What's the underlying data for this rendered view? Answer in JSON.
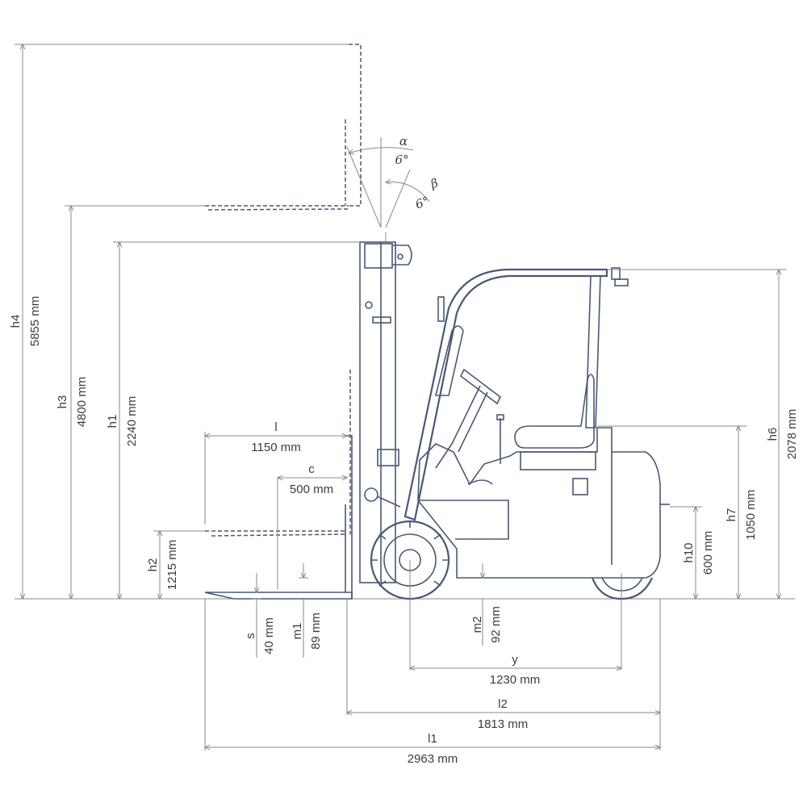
{
  "dimensions": {
    "h4": {
      "symbol": "h4",
      "value": "5855 mm"
    },
    "h3": {
      "symbol": "h3",
      "value": "4800 mm"
    },
    "h1": {
      "symbol": "h1",
      "value": "2240 mm"
    },
    "h2": {
      "symbol": "h2",
      "value": "1215 mm"
    },
    "l_load": {
      "symbol": "l",
      "value": "1150 mm"
    },
    "c": {
      "symbol": "c",
      "value": "500 mm"
    },
    "s": {
      "symbol": "s",
      "value": "40 mm"
    },
    "m1": {
      "symbol": "m1",
      "value": "89 mm"
    },
    "m2": {
      "symbol": "m2",
      "value": "92 mm"
    },
    "y": {
      "symbol": "y",
      "value": "1230 mm"
    },
    "l2": {
      "symbol": "l2",
      "value": "1813 mm"
    },
    "l1": {
      "symbol": "l1",
      "value": "2963 mm"
    },
    "h6": {
      "symbol": "h6",
      "value": "2078 mm"
    },
    "h7": {
      "symbol": "h7",
      "value": "1050 mm"
    },
    "h10": {
      "symbol": "h10",
      "value": "600 mm"
    }
  },
  "angles": {
    "alpha": {
      "symbol": "α",
      "value": "6°"
    },
    "beta": {
      "symbol": "β",
      "value": "6°"
    }
  },
  "colors": {
    "outline": "#4a5876",
    "dimension": "#8a8a8a",
    "text": "#3c3c3c"
  }
}
